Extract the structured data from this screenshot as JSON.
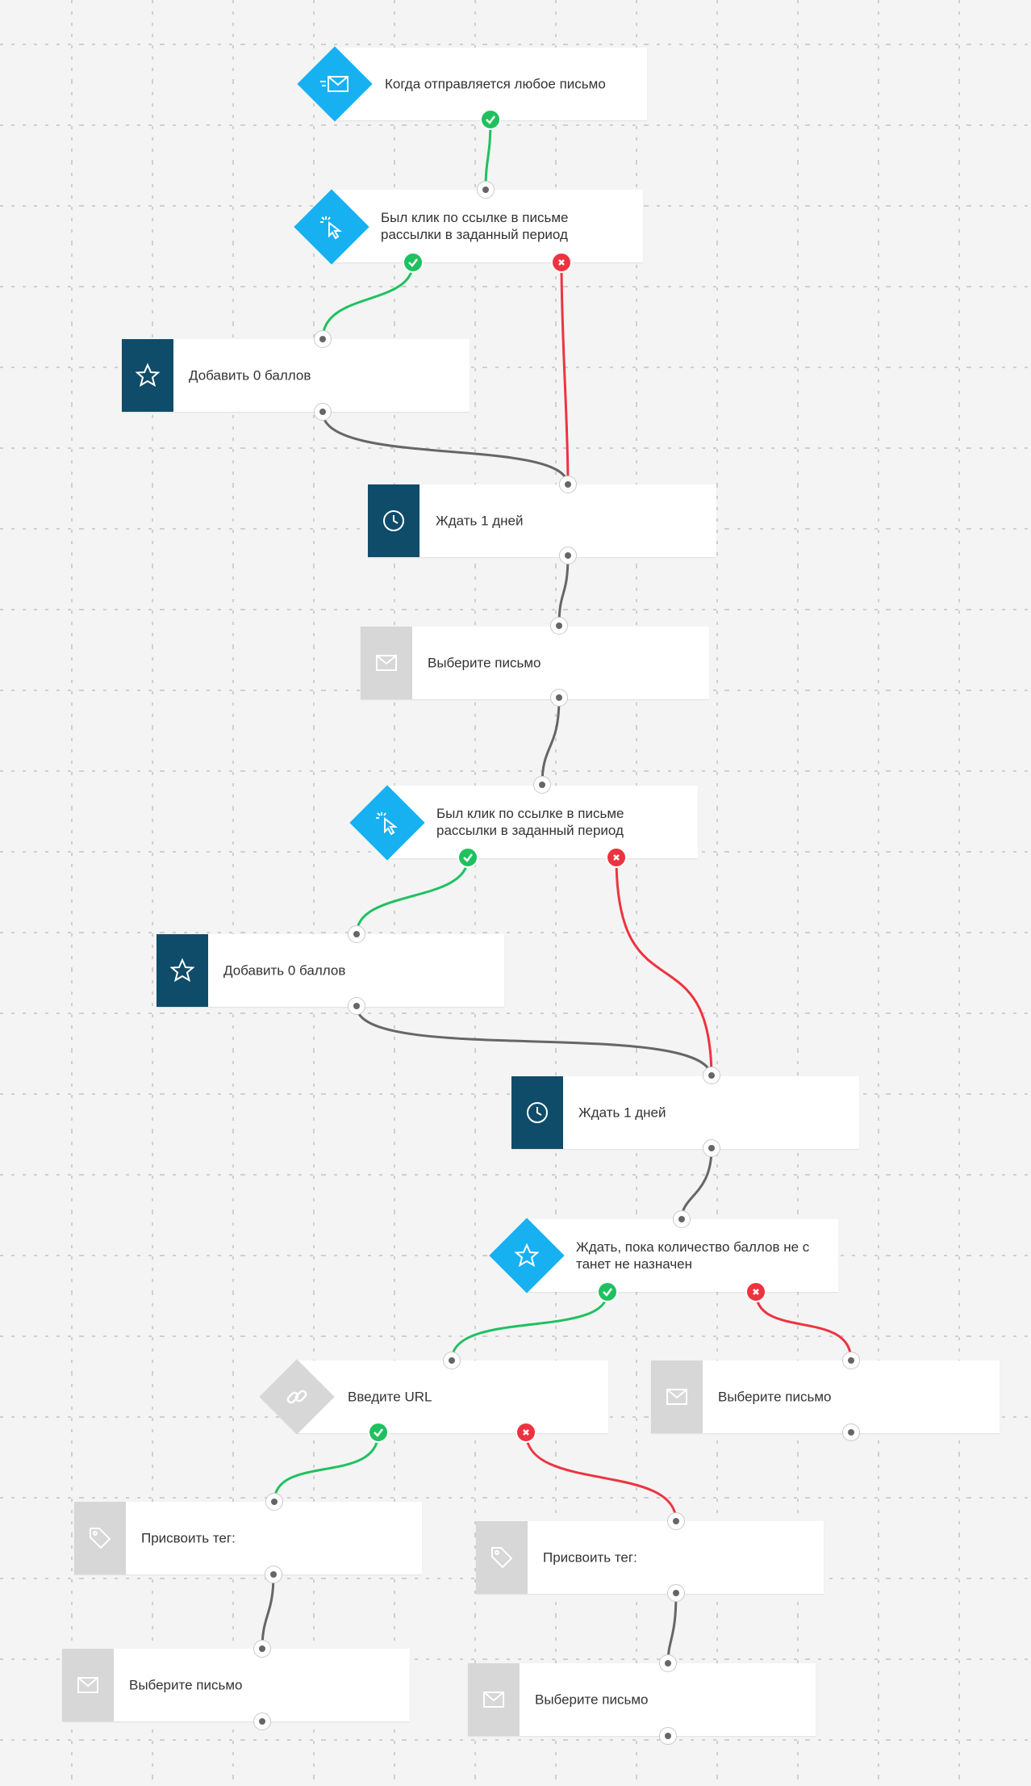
{
  "colors": {
    "accent_blue": "#17b1f2",
    "dark_teal": "#0f4c6a",
    "inactive_grey": "#d7d7d7",
    "yes_green": "#1fc15f",
    "no_red": "#ee3340",
    "connector_grey": "#666666"
  },
  "nodes": {
    "trigger_any_email": {
      "label": "Когда отправляется любое письмо",
      "icon": "email-send-icon"
    },
    "condition_click_1": {
      "label": "Был клик по ссылке в письме\nрассылки в заданный период",
      "icon": "cursor-click-icon"
    },
    "add_points_1": {
      "label": "Добавить 0 баллов",
      "icon": "star-icon"
    },
    "wait_1": {
      "label": "Ждать 1 дней",
      "icon": "clock-icon"
    },
    "choose_email_1": {
      "label": "Выберите письмо",
      "icon": "envelope-icon"
    },
    "condition_click_2": {
      "label": "Был клик по ссылке в письме\nрассылки в заданный период",
      "icon": "cursor-click-icon"
    },
    "add_points_2": {
      "label": "Добавить 0 баллов",
      "icon": "star-icon"
    },
    "wait_2": {
      "label": "Ждать 1 дней",
      "icon": "clock-icon"
    },
    "wait_points": {
      "label": "Ждать, пока количество баллов не с\nтанет не назначен",
      "icon": "star-icon"
    },
    "enter_url": {
      "label": "Введите URL",
      "icon": "link-icon"
    },
    "choose_email_right": {
      "label": "Выберите письмо",
      "icon": "envelope-icon"
    },
    "assign_tag_left": {
      "label": "Присвоить тег:",
      "icon": "tag-icon"
    },
    "assign_tag_right": {
      "label": "Присвоить тег:",
      "icon": "tag-icon"
    },
    "choose_email_bl": {
      "label": "Выберите письмо",
      "icon": "envelope-icon"
    },
    "choose_email_br": {
      "label": "Выберите письмо",
      "icon": "envelope-icon"
    }
  }
}
